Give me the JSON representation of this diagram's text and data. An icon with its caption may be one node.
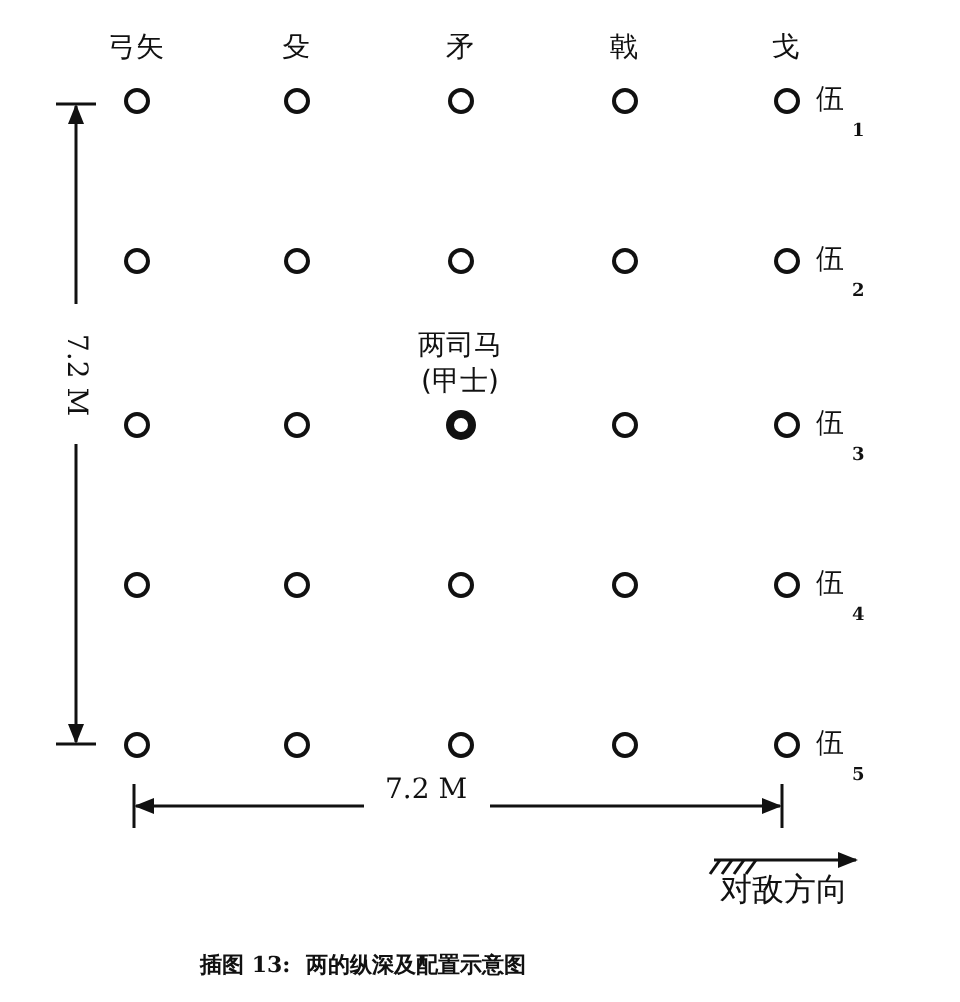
{
  "diagram": {
    "caption": "插图 13:  两的纵深及配置示意图",
    "nodes": [
      {
        "text": [],
        "shape": "circle"
      },
      {
        "text": [],
        "shape": "circle"
      },
      {
        "text": [],
        "shape": "circle"
      },
      {
        "text": [],
        "shape": "circle"
      },
      {
        "text": [],
        "shape": "circle"
      },
      {
        "text": [],
        "shape": "circle"
      },
      {
        "text": [],
        "shape": "circle"
      },
      {
        "text": [],
        "shape": "circle"
      },
      {
        "text": [],
        "shape": "circle"
      },
      {
        "text": [],
        "shape": "circle"
      },
      {
        "text": [],
        "shape": "circle"
      },
      {
        "text": [],
        "shape": "circle"
      },
      {
        "text": [],
        "shape": "circle",
        "beside": [
          "两司马(甲士)"
        ]
      },
      {
        "text": [],
        "shape": "circle"
      },
      {
        "text": [],
        "shape": "circle"
      },
      {
        "text": [],
        "shape": "circle"
      },
      {
        "text": [],
        "shape": "circle"
      },
      {
        "text": [],
        "shape": "circle"
      },
      {
        "text": [],
        "shape": "circle"
      },
      {
        "text": [],
        "shape": "circle"
      },
      {
        "text": [],
        "shape": "circle"
      },
      {
        "text": [],
        "shape": "circle"
      },
      {
        "text": [],
        "shape": "circle"
      },
      {
        "text": [],
        "shape": "circle"
      },
      {
        "text": [],
        "shape": "circle"
      }
    ],
    "edges": [],
    "labels": [
      "弓矢",
      "殳",
      "矛",
      "戟",
      "戈",
      "伍$_{1}$",
      "伍$_{2}$",
      "伍$_{3}$",
      "伍$_{4}$",
      "伍$_{5}$",
      "7.2 M",
      "7.2 M",
      "对敌方向"
    ]
  }
}
